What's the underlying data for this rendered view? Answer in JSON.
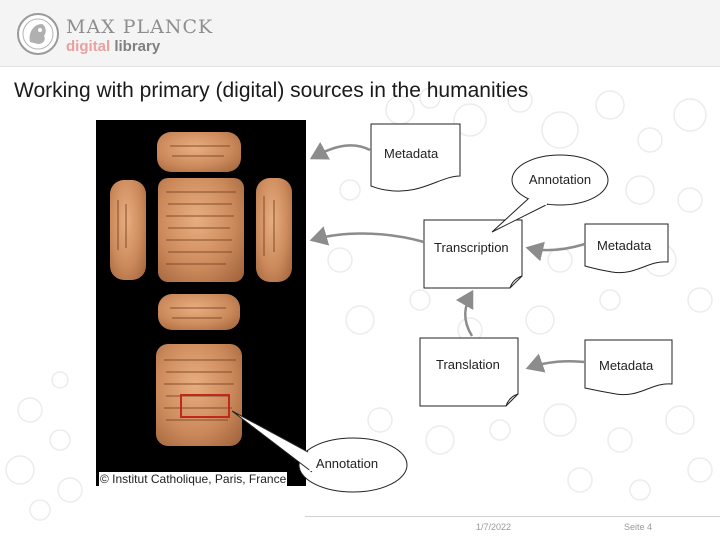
{
  "header": {
    "logo_line1": "MAX PLANCK",
    "logo_line2_part1": "digital",
    "logo_line2_part2": " library"
  },
  "slide": {
    "title": "Working with primary (digital) sources in the humanities"
  },
  "image": {
    "copyright": "© Institut Catholique, Paris, France"
  },
  "diagram": {
    "metadata_top": "Metadata",
    "annotation_top": "Annotation",
    "transcription": "Transcription",
    "metadata_middle": "Metadata",
    "translation": "Translation",
    "metadata_bottom": "Metadata",
    "annotation_bottom": "Annotation"
  },
  "footer": {
    "date": "1/7/2022",
    "page": "Seite 4"
  },
  "colors": {
    "highlight_box": "#c0281e",
    "arrow": "#8c8c8c",
    "logo_accent": "#e8a0a0"
  }
}
